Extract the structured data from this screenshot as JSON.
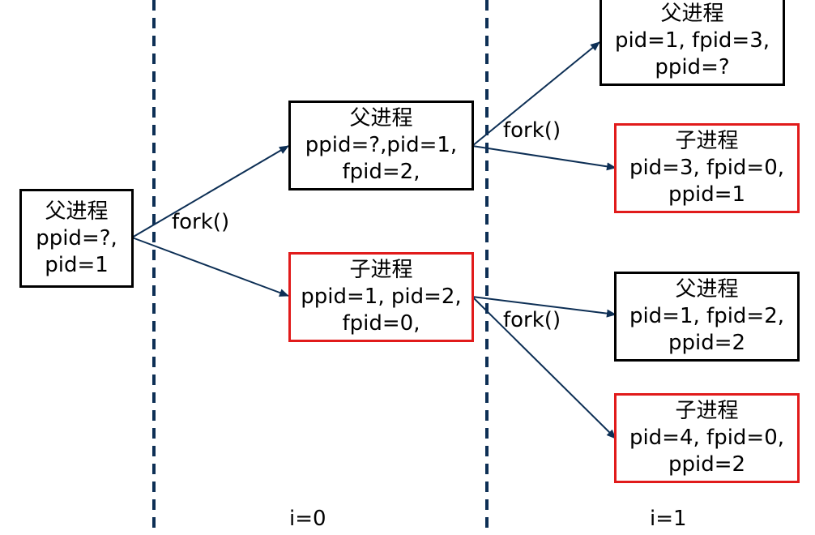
{
  "nodes": {
    "root": {
      "title": "父进程",
      "line1": "ppid=?,",
      "line2": "pid=1"
    },
    "l1_parent": {
      "title": "父进程",
      "line1": "ppid=?,pid=1,",
      "line2": "fpid=2,"
    },
    "l1_child": {
      "title": "子进程",
      "line1": "ppid=1, pid=2,",
      "line2": "fpid=0,"
    },
    "l2_a": {
      "title": "父进程",
      "line1": "pid=1, fpid=3,",
      "line2": "ppid=?"
    },
    "l2_b": {
      "title": "子进程",
      "line1": "pid=3, fpid=0,",
      "line2": "ppid=1"
    },
    "l2_c": {
      "title": "父进程",
      "line1": "pid=1, fpid=2,",
      "line2": "ppid=2"
    },
    "l2_d": {
      "title": "子进程",
      "line1": "pid=4, fpid=0,",
      "line2": "ppid=2"
    }
  },
  "edge_labels": {
    "fork_root": "fork()",
    "fork_parent": "fork()",
    "fork_child": "fork()"
  },
  "iteration_labels": {
    "i0": "i=0",
    "i1": "i=1"
  },
  "colors": {
    "parent_border": "#000000",
    "child_border": "#e11b1b",
    "divider": "#0d2f55",
    "arrow": "#0d2f55"
  }
}
